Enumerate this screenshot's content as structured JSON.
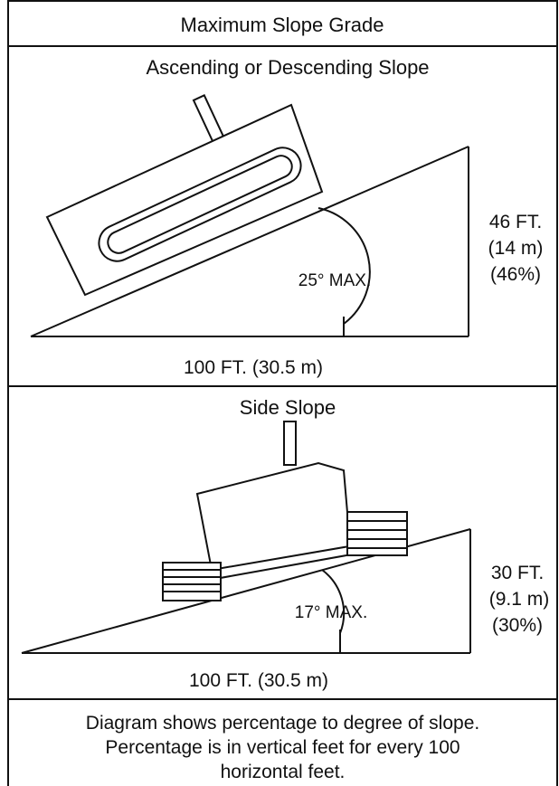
{
  "title": "Maximum Slope Grade",
  "ascending": {
    "heading": "Ascending or Descending Slope",
    "height_ft": "46 FT.",
    "height_m": "(14 m)",
    "height_pct": "(46%)",
    "angle_label": "25° MAX.",
    "base_label": "100 FT. (30.5 m)"
  },
  "side": {
    "heading": "Side Slope",
    "height_ft": "30 FT.",
    "height_m": "(9.1 m)",
    "height_pct": "(30%)",
    "angle_label": "17° MAX.",
    "base_label": "100 FT. (30.5 m)"
  },
  "caption": {
    "line1": "Diagram shows percentage to degree of slope.",
    "line2": "Percentage is in vertical feet for every 100",
    "line3": "horizontal feet."
  }
}
